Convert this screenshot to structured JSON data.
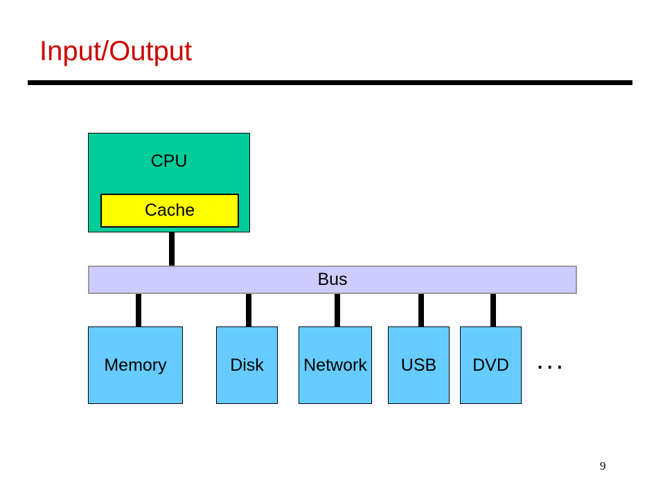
{
  "slide": {
    "title": "Input/Output",
    "page_number": "9"
  },
  "diagram": {
    "cpu_label": "CPU",
    "cache_label": "Cache",
    "bus_label": "Bus",
    "devices": [
      "Memory",
      "Disk",
      "Network",
      "USB",
      "DVD"
    ],
    "ellipsis": "..."
  },
  "colors": {
    "title": "#cc0000",
    "cpu": "#00cc99",
    "cache": "#ffff00",
    "bus": "#ccccff",
    "device": "#66ccff"
  }
}
